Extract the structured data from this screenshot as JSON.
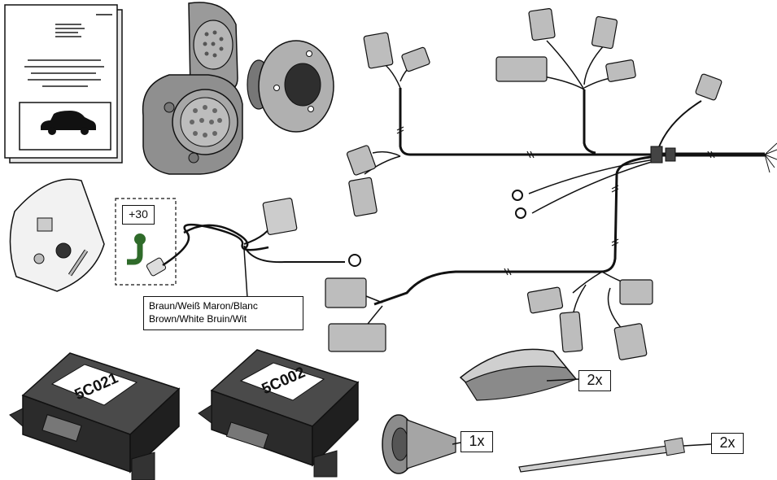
{
  "wire_label": {
    "line1": "Braun/Weiß Maron/Blanc",
    "line2": "Brown/White Bruin/Wit"
  },
  "terminal_label": "+30",
  "modules": {
    "left": "5C021",
    "right": "5C002"
  },
  "quantities": {
    "tape": "2x",
    "grommet": "1x",
    "cable_tie": "2x"
  },
  "icons": [
    "instruction-manual-icon",
    "car-icon",
    "socket-icon",
    "seal-icon",
    "wiring-harness-icon",
    "connector-icon",
    "ring-terminal-icon",
    "hardware-bag-icon",
    "ground-wire-icon",
    "control-module-icon",
    "tape-icon",
    "grommet-icon",
    "cable-tie-icon"
  ],
  "colors": {
    "outline": "#111111",
    "terminal_green": "#2f6b2a",
    "socket_grey": "#8f8f8f",
    "module_dark": "#2b2b2b"
  }
}
